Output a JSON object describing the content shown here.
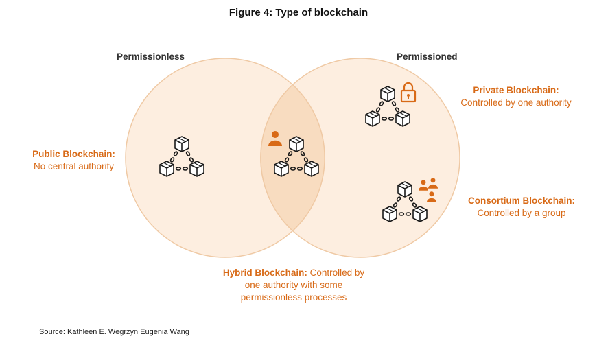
{
  "title": "Figure 4: Type of blockchain",
  "sets": {
    "left": "Permissionless",
    "right": "Permissioned"
  },
  "annotations": {
    "public": {
      "name": "Public Blockchain:",
      "desc": "No central authority"
    },
    "private": {
      "name": "Private Blockchain:",
      "desc": "Controlled by one authority"
    },
    "consortium": {
      "name": "Consortium Blockchain:",
      "desc": "Controlled by a group"
    },
    "hybrid": {
      "name": "Hybrid Blockchain:",
      "desc_line1": " Controlled by",
      "desc_line2": "one authority with some",
      "desc_line3": "permissionless processes"
    }
  },
  "source": "Source: Kathleen E. Wegrzyn Eugenia Wang",
  "colors": {
    "circle_fill": "#fdeee0",
    "overlap_fill": "#f8dcc0",
    "circle_stroke": "#efc9a4",
    "accent": "#d86a17",
    "icon_stroke": "#1a1a1a"
  },
  "icons": {
    "blockchain": "blockchain-icon",
    "lock": "lock-icon",
    "person": "person-icon",
    "group": "group-icon"
  }
}
